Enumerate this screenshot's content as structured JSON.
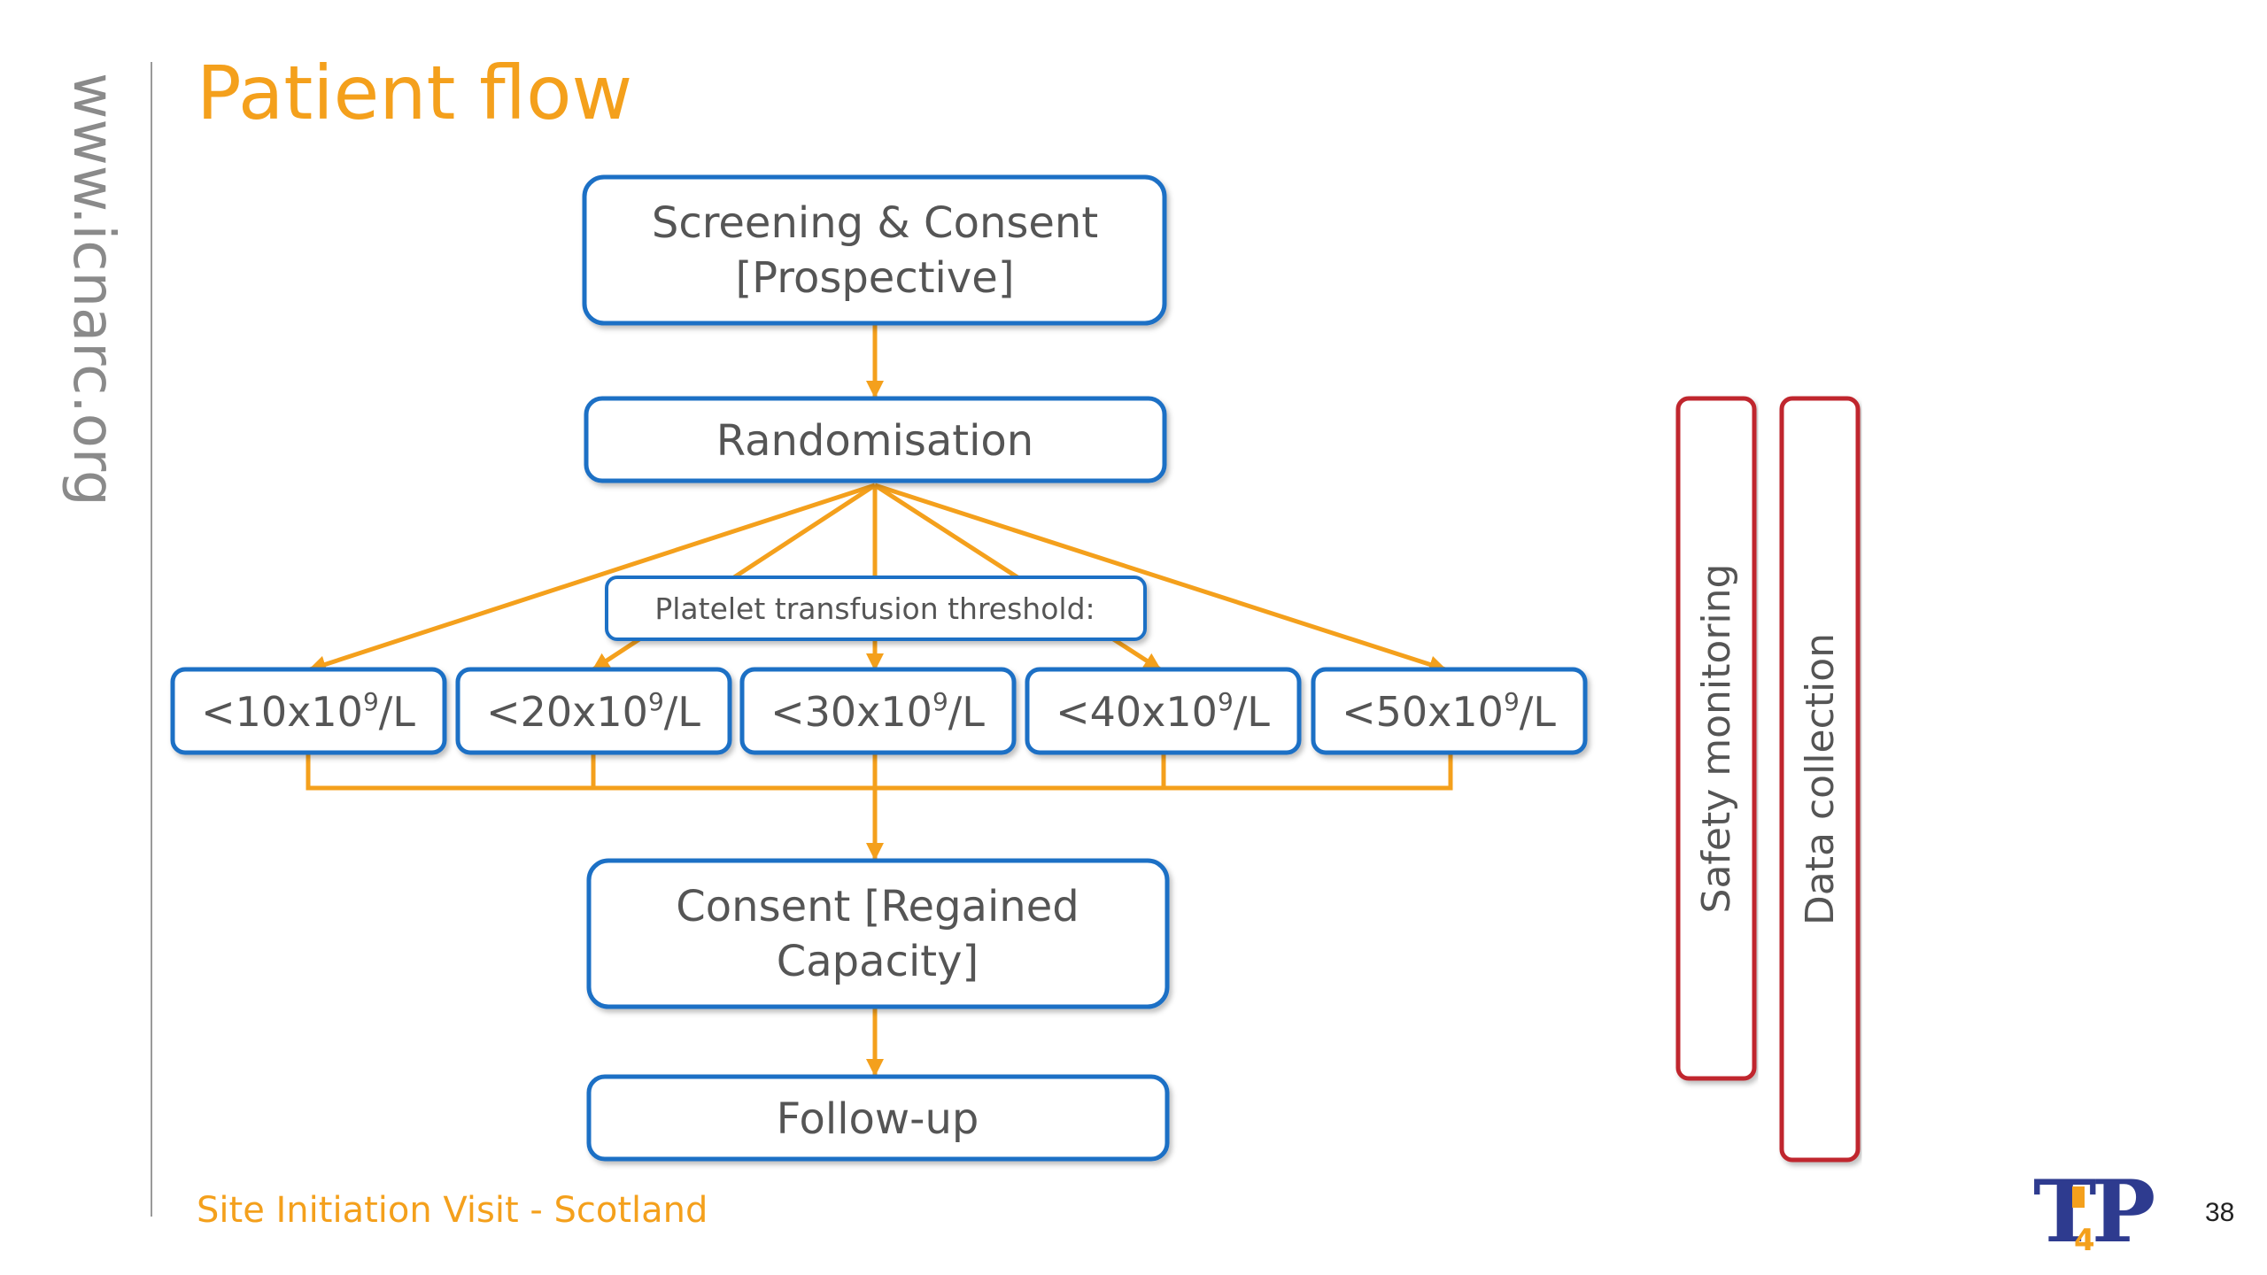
{
  "side_url": "www.icnarc.org",
  "title": "Patient flow",
  "footer": "Site Initiation Visit - Scotland",
  "page_number": "38",
  "colors": {
    "accent": "#F4A01C",
    "box_border": "#1F6FC5",
    "monitor_border": "#C0282D",
    "text": "#555555"
  },
  "flow": {
    "screening_line1": "Screening & Consent",
    "screening_line2": "[Prospective]",
    "randomisation": "Randomisation",
    "threshold_label": "Platelet transfusion threshold:",
    "arms": [
      {
        "prefix": "<10x10",
        "sup": "9",
        "suffix": "/L"
      },
      {
        "prefix": "<20x10",
        "sup": "9",
        "suffix": "/L"
      },
      {
        "prefix": "<30x10",
        "sup": "9",
        "suffix": "/L"
      },
      {
        "prefix": "<40x10",
        "sup": "9",
        "suffix": "/L"
      },
      {
        "prefix": "<50x10",
        "sup": "9",
        "suffix": "/L"
      }
    ],
    "consent_line1": "Consent [Regained",
    "consent_line2": "Capacity]",
    "followup": "Follow-up"
  },
  "side_bars": {
    "safety": "Safety monitoring",
    "data": "Data collection"
  },
  "logo": {
    "text_left": "T",
    "text_right": "P",
    "digit": "4",
    "name": "tip-logo"
  }
}
